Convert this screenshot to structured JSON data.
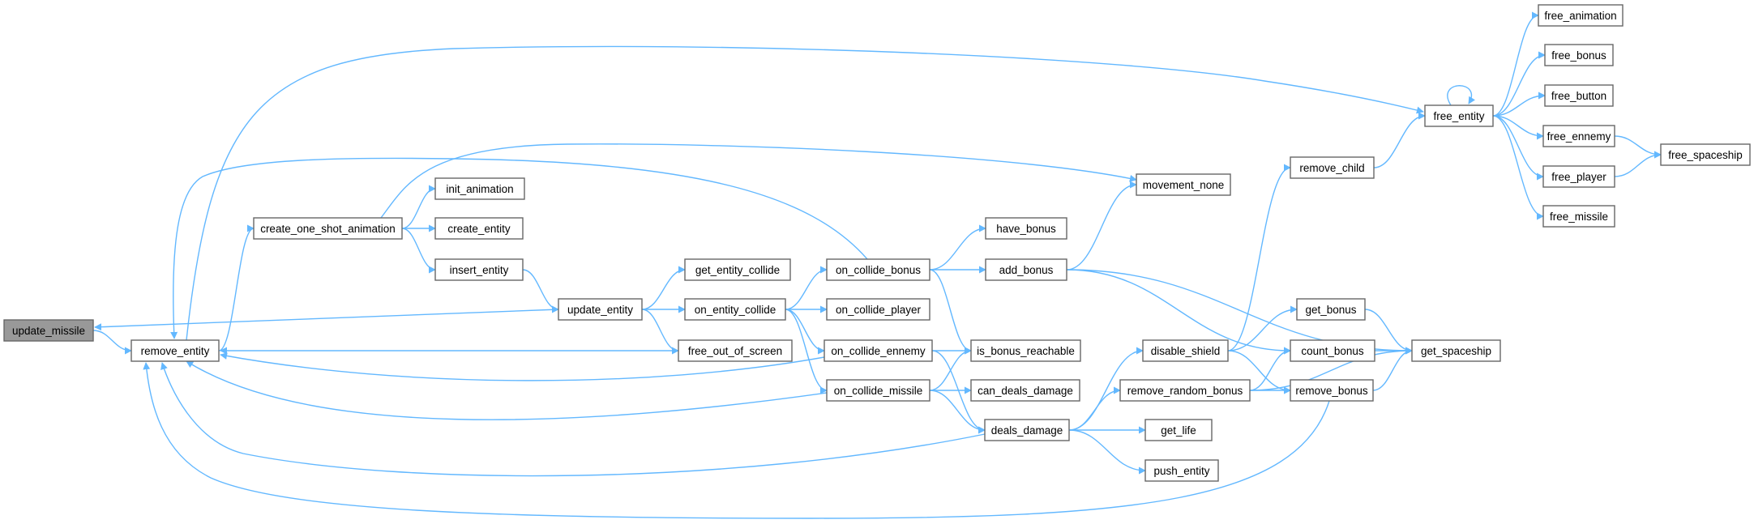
{
  "graph": {
    "root": "update_missile",
    "nodes": [
      {
        "id": "update_missile",
        "label": "update_missile"
      },
      {
        "id": "remove_entity",
        "label": "remove_entity"
      },
      {
        "id": "create_one_shot_animation",
        "label": "create_one_shot_animation"
      },
      {
        "id": "init_animation",
        "label": "init_animation"
      },
      {
        "id": "create_entity",
        "label": "create_entity"
      },
      {
        "id": "insert_entity",
        "label": "insert_entity"
      },
      {
        "id": "update_entity",
        "label": "update_entity"
      },
      {
        "id": "get_entity_collide",
        "label": "get_entity_collide"
      },
      {
        "id": "on_entity_collide",
        "label": "on_entity_collide"
      },
      {
        "id": "free_out_of_screen",
        "label": "free_out_of_screen"
      },
      {
        "id": "on_collide_bonus",
        "label": "on_collide_bonus"
      },
      {
        "id": "on_collide_player",
        "label": "on_collide_player"
      },
      {
        "id": "on_collide_ennemy",
        "label": "on_collide_ennemy"
      },
      {
        "id": "on_collide_missile",
        "label": "on_collide_missile"
      },
      {
        "id": "movement_none",
        "label": "movement_none"
      },
      {
        "id": "have_bonus",
        "label": "have_bonus"
      },
      {
        "id": "add_bonus",
        "label": "add_bonus"
      },
      {
        "id": "is_bonus_reachable",
        "label": "is_bonus_reachable"
      },
      {
        "id": "can_deals_damage",
        "label": "can_deals_damage"
      },
      {
        "id": "deals_damage",
        "label": "deals_damage"
      },
      {
        "id": "disable_shield",
        "label": "disable_shield"
      },
      {
        "id": "remove_random_bonus",
        "label": "remove_random_bonus"
      },
      {
        "id": "get_life",
        "label": "get_life"
      },
      {
        "id": "push_entity",
        "label": "push_entity"
      },
      {
        "id": "remove_child",
        "label": "remove_child"
      },
      {
        "id": "get_bonus",
        "label": "get_bonus"
      },
      {
        "id": "count_bonus",
        "label": "count_bonus"
      },
      {
        "id": "remove_bonus",
        "label": "remove_bonus"
      },
      {
        "id": "get_spaceship",
        "label": "get_spaceship"
      },
      {
        "id": "free_entity",
        "label": "free_entity"
      },
      {
        "id": "free_animation",
        "label": "free_animation"
      },
      {
        "id": "free_bonus",
        "label": "free_bonus"
      },
      {
        "id": "free_button",
        "label": "free_button"
      },
      {
        "id": "free_ennemy",
        "label": "free_ennemy"
      },
      {
        "id": "free_player",
        "label": "free_player"
      },
      {
        "id": "free_missile",
        "label": "free_missile"
      },
      {
        "id": "free_spaceship",
        "label": "free_spaceship"
      }
    ],
    "edges": [
      {
        "from": "update_missile",
        "to": "remove_entity"
      },
      {
        "from": "remove_entity",
        "to": "create_one_shot_animation"
      },
      {
        "from": "remove_entity",
        "to": "free_entity"
      },
      {
        "from": "create_one_shot_animation",
        "to": "init_animation"
      },
      {
        "from": "create_one_shot_animation",
        "to": "create_entity"
      },
      {
        "from": "create_one_shot_animation",
        "to": "insert_entity"
      },
      {
        "from": "create_one_shot_animation",
        "to": "movement_none"
      },
      {
        "from": "insert_entity",
        "to": "update_entity"
      },
      {
        "from": "update_entity",
        "to": "update_missile"
      },
      {
        "from": "update_entity",
        "to": "get_entity_collide"
      },
      {
        "from": "update_entity",
        "to": "on_entity_collide"
      },
      {
        "from": "update_entity",
        "to": "free_out_of_screen"
      },
      {
        "from": "free_out_of_screen",
        "to": "remove_entity"
      },
      {
        "from": "on_entity_collide",
        "to": "on_collide_bonus"
      },
      {
        "from": "on_entity_collide",
        "to": "on_collide_player"
      },
      {
        "from": "on_entity_collide",
        "to": "on_collide_ennemy"
      },
      {
        "from": "on_entity_collide",
        "to": "on_collide_missile"
      },
      {
        "from": "on_collide_bonus",
        "to": "remove_entity"
      },
      {
        "from": "on_collide_bonus",
        "to": "have_bonus"
      },
      {
        "from": "on_collide_bonus",
        "to": "add_bonus"
      },
      {
        "from": "on_collide_bonus",
        "to": "is_bonus_reachable"
      },
      {
        "from": "on_collide_ennemy",
        "to": "remove_entity"
      },
      {
        "from": "on_collide_ennemy",
        "to": "is_bonus_reachable"
      },
      {
        "from": "on_collide_ennemy",
        "to": "deals_damage"
      },
      {
        "from": "on_collide_missile",
        "to": "remove_entity"
      },
      {
        "from": "on_collide_missile",
        "to": "is_bonus_reachable"
      },
      {
        "from": "on_collide_missile",
        "to": "can_deals_damage"
      },
      {
        "from": "on_collide_missile",
        "to": "deals_damage"
      },
      {
        "from": "add_bonus",
        "to": "movement_none"
      },
      {
        "from": "add_bonus",
        "to": "count_bonus"
      },
      {
        "from": "add_bonus",
        "to": "get_spaceship"
      },
      {
        "from": "deals_damage",
        "to": "remove_entity"
      },
      {
        "from": "deals_damage",
        "to": "disable_shield"
      },
      {
        "from": "deals_damage",
        "to": "remove_random_bonus"
      },
      {
        "from": "deals_damage",
        "to": "get_life"
      },
      {
        "from": "deals_damage",
        "to": "push_entity"
      },
      {
        "from": "disable_shield",
        "to": "remove_child"
      },
      {
        "from": "disable_shield",
        "to": "get_bonus"
      },
      {
        "from": "disable_shield",
        "to": "remove_bonus"
      },
      {
        "from": "remove_random_bonus",
        "to": "count_bonus"
      },
      {
        "from": "remove_random_bonus",
        "to": "remove_bonus"
      },
      {
        "from": "remove_random_bonus",
        "to": "get_spaceship"
      },
      {
        "from": "remove_bonus",
        "to": "remove_entity"
      },
      {
        "from": "remove_bonus",
        "to": "get_spaceship"
      },
      {
        "from": "get_bonus",
        "to": "get_spaceship"
      },
      {
        "from": "count_bonus",
        "to": "get_spaceship"
      },
      {
        "from": "remove_child",
        "to": "free_entity"
      },
      {
        "from": "free_entity",
        "to": "free_entity"
      },
      {
        "from": "free_entity",
        "to": "free_animation"
      },
      {
        "from": "free_entity",
        "to": "free_bonus"
      },
      {
        "from": "free_entity",
        "to": "free_button"
      },
      {
        "from": "free_entity",
        "to": "free_ennemy"
      },
      {
        "from": "free_entity",
        "to": "free_player"
      },
      {
        "from": "free_entity",
        "to": "free_missile"
      },
      {
        "from": "free_ennemy",
        "to": "free_spaceship"
      },
      {
        "from": "free_player",
        "to": "free_spaceship"
      }
    ],
    "colors": {
      "edge": "#63b8ff",
      "node_border": "#666666",
      "root_fill": "#999999",
      "node_fill": "#ffffff"
    }
  }
}
